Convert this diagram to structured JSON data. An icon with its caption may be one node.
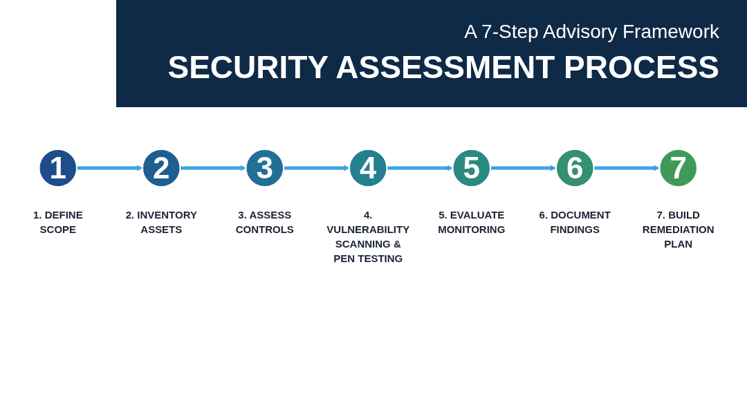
{
  "diagram": {
    "title": "SECURITY ASSESSMENT PROCESS",
    "labels": [
      "A 7-Step Advisory Framework"
    ],
    "nodes": [
      {
        "text": [
          "1"
        ],
        "beside": [
          "1. DEFINE SCOPE"
        ]
      },
      {
        "text": [
          "2"
        ],
        "beside": [
          "2. INVENTORY ASSETS"
        ]
      },
      {
        "text": [
          "3"
        ],
        "beside": [
          "3. ASSESS CONTROLS"
        ]
      },
      {
        "text": [
          "4"
        ],
        "beside": [
          "4. VULNERABILITY SCANNING & PEN TESTING"
        ]
      },
      {
        "text": [
          "5"
        ],
        "beside": [
          "5. EVALUATE MONITORING"
        ]
      },
      {
        "text": [
          "6"
        ],
        "beside": [
          "6. DOCUMENT FINDINGS"
        ]
      },
      {
        "text": [
          "7"
        ],
        "beside": [
          "7. BUILD REMEDIATION PLAN"
        ]
      }
    ],
    "edges": [
      {
        "from": 0,
        "to": 1,
        "arrow": "to"
      },
      {
        "from": 1,
        "to": 2,
        "arrow": "to"
      },
      {
        "from": 2,
        "to": 3,
        "arrow": "to"
      },
      {
        "from": 3,
        "to": 4,
        "arrow": "to"
      },
      {
        "from": 4,
        "to": 5,
        "arrow": "to"
      },
      {
        "from": 5,
        "to": 6,
        "arrow": "to"
      }
    ]
  }
}
